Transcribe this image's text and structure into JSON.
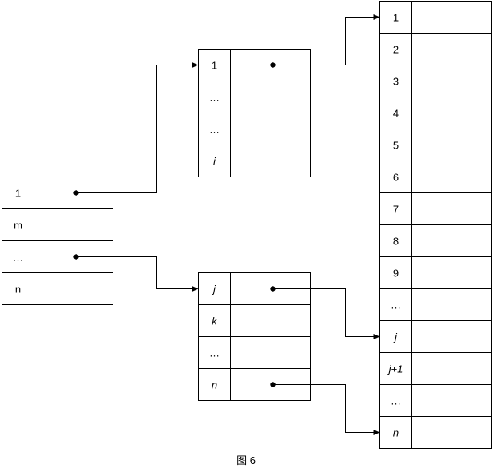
{
  "diagram": {
    "caption": "图 6",
    "colors": {
      "stroke": "#000000",
      "background": "#ffffff"
    },
    "tables": [
      {
        "id": "root",
        "rows": [
          {
            "label": "1",
            "italic": false,
            "has_pointer": true
          },
          {
            "label": "m",
            "italic": false,
            "has_pointer": false
          },
          {
            "label": "…",
            "italic": false,
            "has_pointer": true
          },
          {
            "label": "n",
            "italic": false,
            "has_pointer": false
          }
        ]
      },
      {
        "id": "mid-top",
        "rows": [
          {
            "label": "1",
            "italic": false,
            "has_pointer": true
          },
          {
            "label": "…",
            "italic": false,
            "has_pointer": false
          },
          {
            "label": "…",
            "italic": false,
            "has_pointer": false
          },
          {
            "label": "i",
            "italic": true,
            "has_pointer": false
          }
        ]
      },
      {
        "id": "mid-bottom",
        "rows": [
          {
            "label": "j",
            "italic": true,
            "has_pointer": true
          },
          {
            "label": "k",
            "italic": true,
            "has_pointer": false
          },
          {
            "label": "…",
            "italic": false,
            "has_pointer": false
          },
          {
            "label": "n",
            "italic": true,
            "has_pointer": true
          }
        ]
      },
      {
        "id": "leaf",
        "rows": [
          {
            "label": "1",
            "italic": false,
            "has_pointer": false
          },
          {
            "label": "2",
            "italic": false,
            "has_pointer": false
          },
          {
            "label": "3",
            "italic": false,
            "has_pointer": false
          },
          {
            "label": "4",
            "italic": false,
            "has_pointer": false
          },
          {
            "label": "5",
            "italic": false,
            "has_pointer": false
          },
          {
            "label": "6",
            "italic": false,
            "has_pointer": false
          },
          {
            "label": "7",
            "italic": false,
            "has_pointer": false
          },
          {
            "label": "8",
            "italic": false,
            "has_pointer": false
          },
          {
            "label": "9",
            "italic": false,
            "has_pointer": false
          },
          {
            "label": "…",
            "italic": false,
            "has_pointer": false
          },
          {
            "label": "j",
            "italic": true,
            "has_pointer": false
          },
          {
            "label": "j+1",
            "italic": true,
            "has_pointer": false
          },
          {
            "label": "…",
            "italic": false,
            "has_pointer": false
          },
          {
            "label": "n",
            "italic": true,
            "has_pointer": false
          }
        ]
      }
    ],
    "edges": [
      {
        "from": "root.1",
        "to": "mid-top.1"
      },
      {
        "from": "root.…",
        "to": "mid-bottom.j"
      },
      {
        "from": "mid-top.1",
        "to": "leaf.1"
      },
      {
        "from": "mid-bottom.j",
        "to": "leaf.j"
      },
      {
        "from": "mid-bottom.n",
        "to": "leaf.n"
      }
    ]
  }
}
